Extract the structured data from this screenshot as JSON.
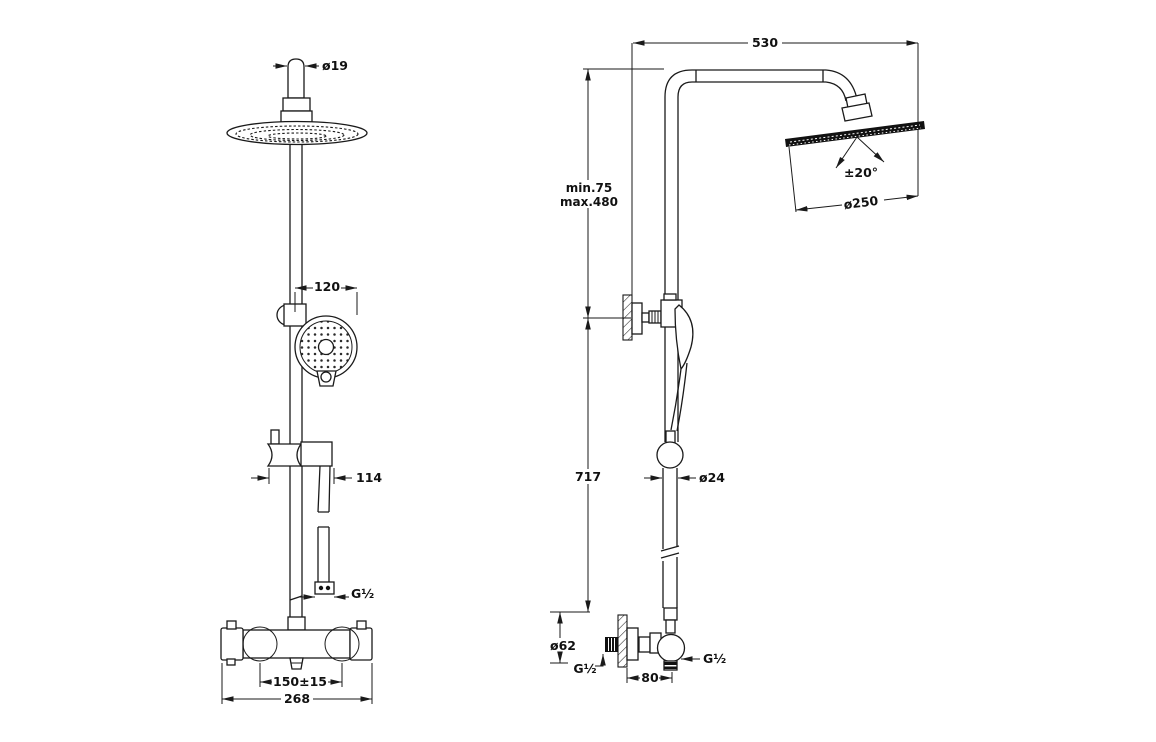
{
  "front_view": {
    "dims": {
      "top_pipe_diameter": "ø19",
      "hand_shower_diameter": "120",
      "slider_width": "114",
      "hose_thread": "G½",
      "inlet_centers": "150±15",
      "overall_width": "268"
    }
  },
  "side_view": {
    "dims": {
      "arm_reach": "530",
      "height_min": "min.75",
      "height_max": "max.480",
      "rail_length": "717",
      "pipe_diameter": "ø24",
      "head_tilt": "±20°",
      "head_diameter": "ø250",
      "flange_diameter": "ø62",
      "inlet_thread": "G½",
      "outlet_thread": "G½",
      "wall_offset": "80"
    }
  },
  "colors": {
    "line": "#1a1a1a",
    "background": "#ffffff"
  }
}
